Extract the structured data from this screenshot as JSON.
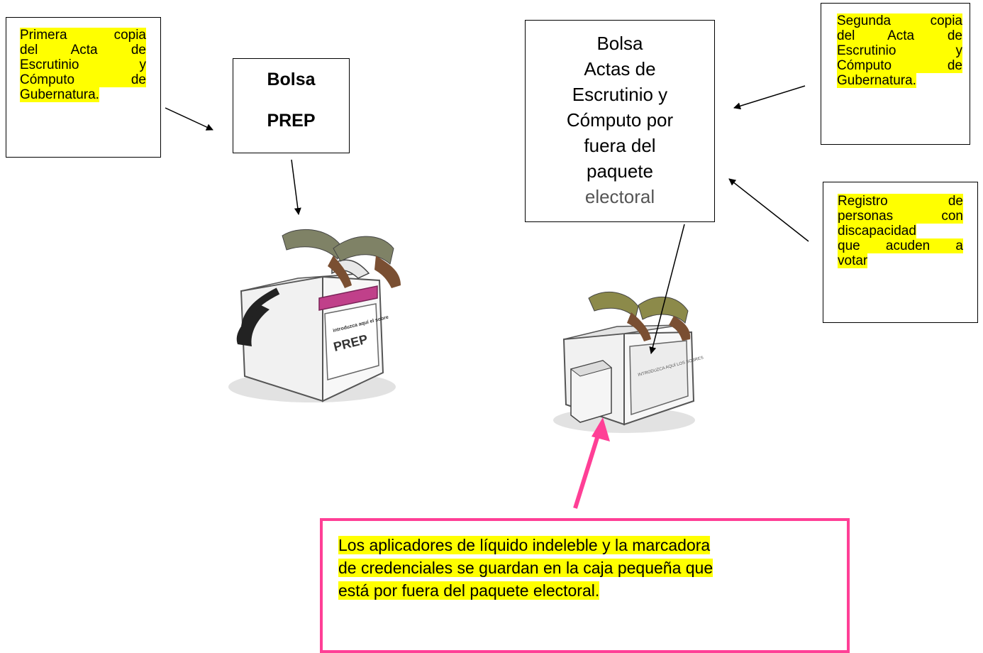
{
  "notes": {
    "primera": [
      "Primera copia",
      "del Acta de",
      "Escrutinio y",
      "Cómputo de",
      "Gubernatura."
    ],
    "segunda": [
      "Segunda copia",
      "del Acta de",
      "Escrutinio y",
      "Cómputo de",
      "Gubernatura."
    ],
    "registro": [
      "Registro de",
      "personas con",
      "discapacidad",
      "que acuden a",
      "votar"
    ]
  },
  "prep_bag": {
    "line1": "Bolsa",
    "line2": "PREP"
  },
  "actas_bag": {
    "lines": [
      "Bolsa",
      "Actas de",
      "Escrutinio y",
      "Cómputo por",
      "fuera del",
      "paquete"
    ],
    "last_line": "electoral"
  },
  "info": {
    "lines": [
      "Los aplicadores de líquido indeleble y la marcadora",
      "de credenciales se guardan en la caja pequeña que",
      "está por fuera del paquete electoral."
    ]
  },
  "illustrations": {
    "prep_box_label_small": "introduzca aquí el sobre",
    "prep_box_label": "PREP",
    "ballot_box_label": "INTRODUZCA AQUÍ LOS SOBRES"
  },
  "colors": {
    "highlight": "#ffff00",
    "accent": "#ff3f96",
    "bag_pink": "#c0408a"
  }
}
